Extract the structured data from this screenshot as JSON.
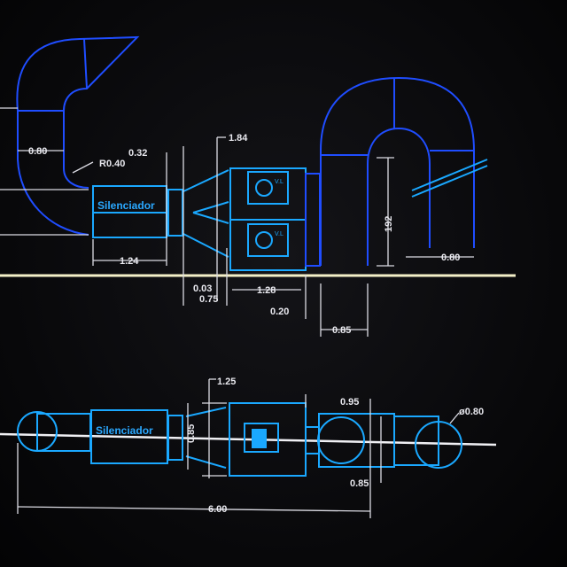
{
  "colors": {
    "background": "#08080a",
    "duct_outline": "#1f4dff",
    "component": "#1aa8ff",
    "dimension": "#e8e8ee",
    "axis": "#f4f0c8"
  },
  "top_view": {
    "silencer_label": "Silenciador",
    "dims": {
      "d_080_left": "0.80",
      "r_040": "R0.40",
      "d_032": "0.32",
      "d_184": "1.84",
      "d_124": "1.24",
      "d_003": "0.03",
      "d_075": "0.75",
      "d_128": "1.28",
      "d_020": "0.20",
      "d_085": "0.85",
      "d_192": "192",
      "d_080_right": "0.80"
    },
    "fan_label": "V.L"
  },
  "bottom_view": {
    "silencer_label": "Silenciador",
    "dims": {
      "d_125": "1.25",
      "d_085_v": "0.85",
      "d_095": "0.95",
      "d_085_b": "0.85",
      "phi_080": "ø0.80",
      "d_600": "6.00"
    }
  }
}
